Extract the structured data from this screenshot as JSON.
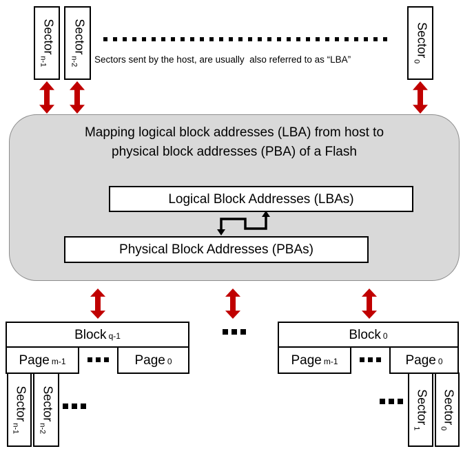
{
  "colors": {
    "arrow_red": "#c00000",
    "panel_fill": "#d9d9d9",
    "panel_border": "#8c8c8c",
    "line_black": "#000000"
  },
  "host": {
    "sectors": [
      {
        "label": "Sector",
        "sub": "n-1"
      },
      {
        "label": "Sector",
        "sub": "n-2"
      },
      {
        "label": "Sector",
        "sub": "0"
      }
    ],
    "caption": "Sectors sent by the host, are usually  also referred to as “LBA”"
  },
  "mapper": {
    "title_line1": "Mapping logical block addresses (LBA) from host to",
    "title_line2": "physical block addresses (PBA) of a Flash",
    "lba_label": "Logical Block Addresses (LBAs)",
    "pba_label": "Physical Block Addresses (PBAs)"
  },
  "flash": {
    "left_block": {
      "label": "Block",
      "sub": "q-1",
      "pages": [
        {
          "label": "Page",
          "sub": "m-1"
        },
        {
          "label": "Page",
          "sub": "0"
        }
      ],
      "sectors": [
        {
          "label": "Sector",
          "sub": "n-1"
        },
        {
          "label": "Sector",
          "sub": "n-2"
        }
      ]
    },
    "right_block": {
      "label": "Block",
      "sub": "0",
      "pages": [
        {
          "label": "Page",
          "sub": "m-1"
        },
        {
          "label": "Page",
          "sub": "0"
        }
      ],
      "sectors": [
        {
          "label": "Sector",
          "sub": "1"
        },
        {
          "label": "Sector",
          "sub": "0"
        }
      ]
    }
  }
}
